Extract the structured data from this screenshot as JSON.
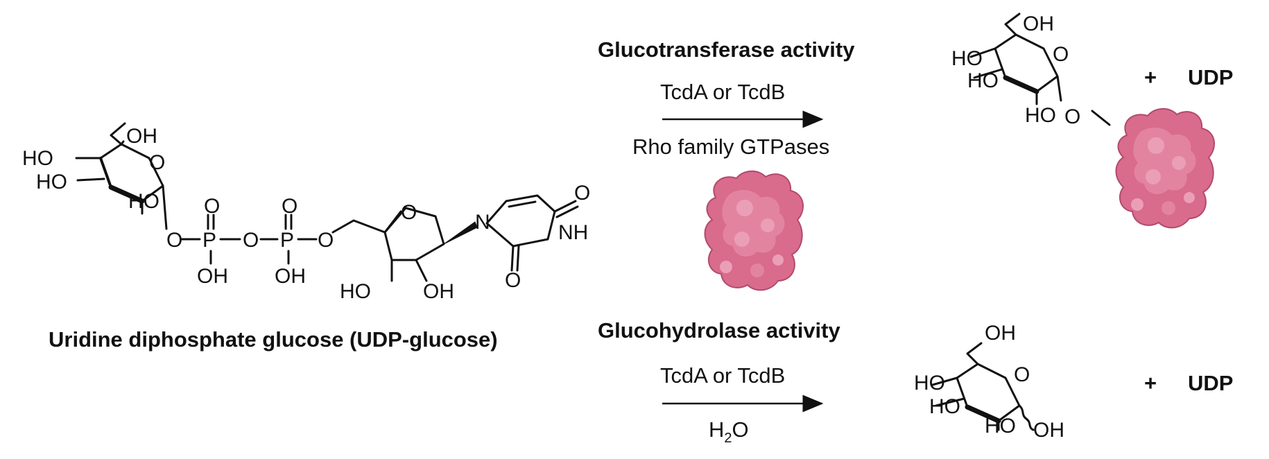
{
  "udp_glucose": {
    "name": "Uridine diphosphate glucose (UDP-glucose)",
    "atoms": {
      "OH": "OH",
      "HO": "HO",
      "O": "O",
      "P": "P",
      "N": "N",
      "NH": "NH"
    }
  },
  "transferase": {
    "title": "Glucotransferase activity",
    "enzyme": "TcdA or TcdB",
    "substrate": "Rho family GTPases",
    "plus": "+",
    "product": "UDP"
  },
  "hydrolase": {
    "title": "Glucohydrolase activity",
    "enzyme": "TcdA or TcdB",
    "water_h": "H",
    "water_sub": "2",
    "water_o": "O",
    "plus": "+",
    "product": "UDP"
  },
  "colors": {
    "protein": "#d96b8c",
    "protein_outline": "#b24a6c",
    "ink": "#111111"
  },
  "icons": [
    "protein-blob-icon",
    "reaction-arrow-icon"
  ]
}
